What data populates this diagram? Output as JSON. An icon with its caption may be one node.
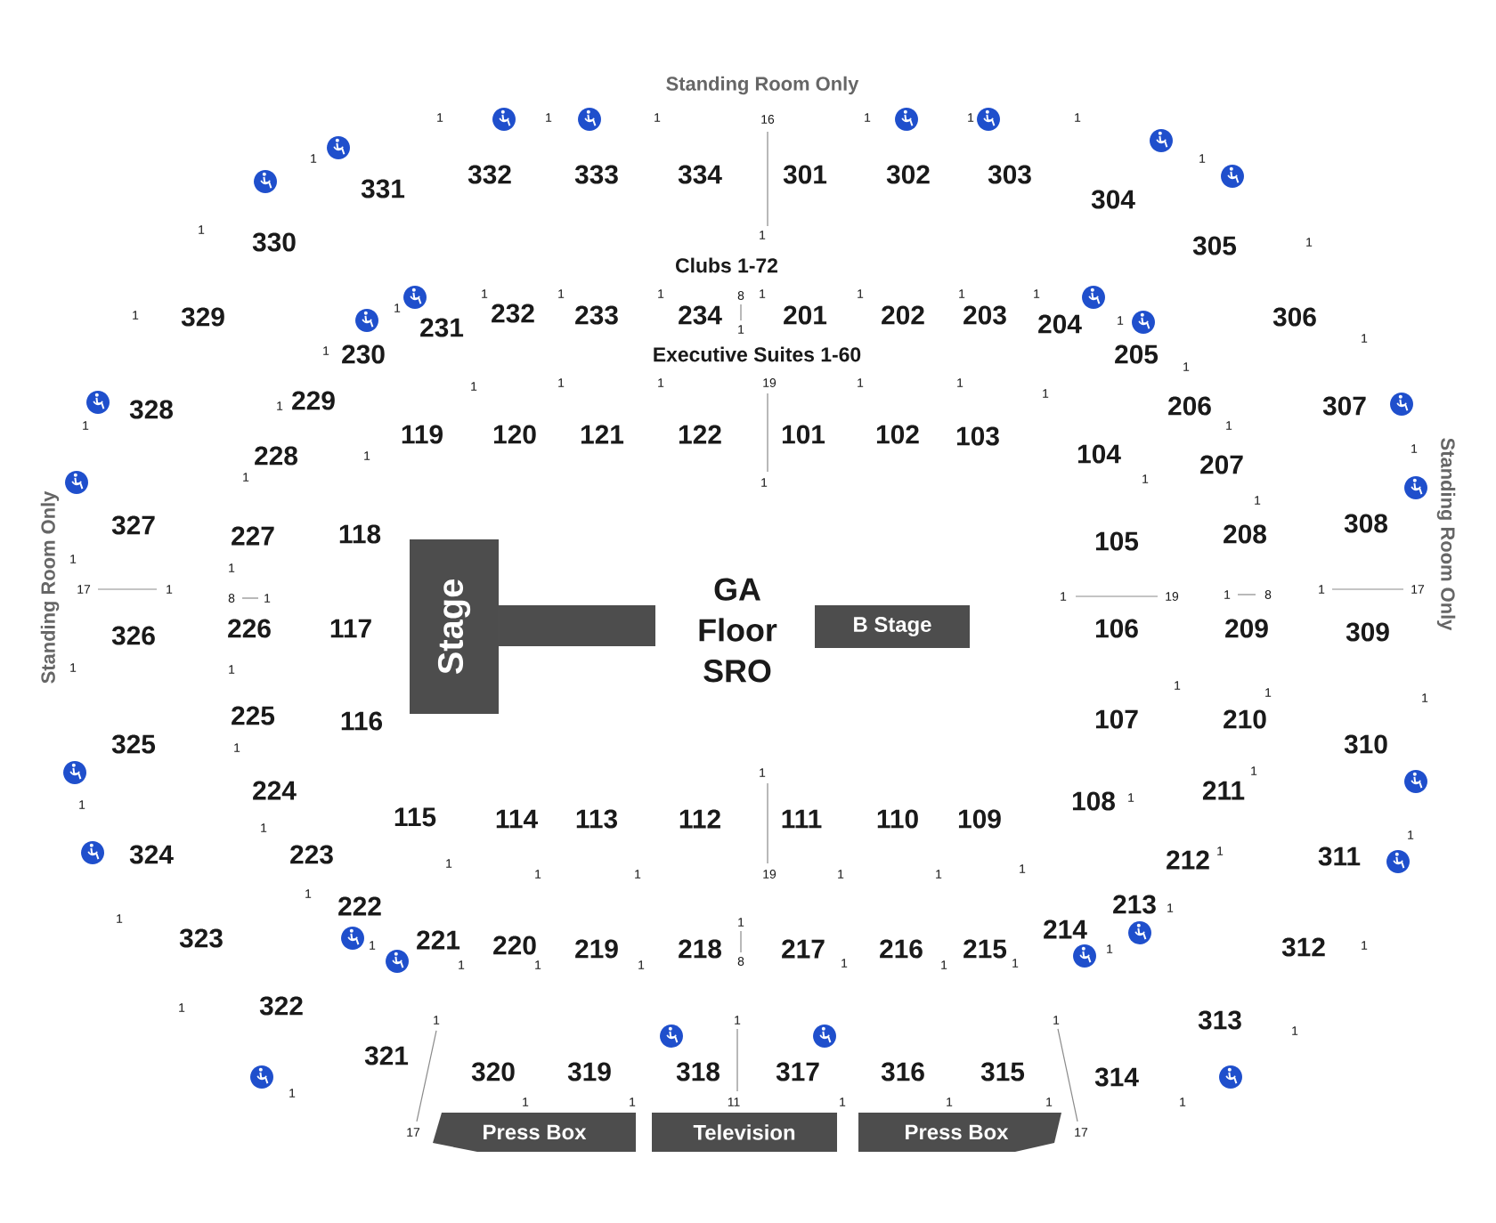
{
  "diagram": {
    "nodes": [
      {
        "text": [
          "Stage"
        ]
      },
      {
        "text": [
          "B Stage"
        ]
      },
      {
        "text": [
          "Press Box"
        ]
      },
      {
        "text": [
          "Television"
        ]
      },
      {
        "text": [
          "Press Box"
        ]
      }
    ],
    "labels": [
      "Standing Room Only",
      "Standing Room Only",
      "Standing Room Only",
      "Clubs 1-72",
      "Executive Suites 1-60",
      "GA Floor SRO",
      "331",
      "332",
      "333",
      "334",
      "301",
      "302",
      "303",
      "304",
      "330",
      "305",
      "329",
      "231",
      "232",
      "233",
      "234",
      "201",
      "202",
      "203",
      "204",
      "306",
      "230",
      "205",
      "328",
      "229",
      "206",
      "307",
      "119",
      "120",
      "121",
      "122",
      "101",
      "102",
      "103",
      "228",
      "104",
      "207",
      "327",
      "227",
      "118",
      "105",
      "208",
      "308",
      "326",
      "226",
      "117",
      "106",
      "209",
      "309",
      "325",
      "225",
      "116",
      "107",
      "210",
      "310",
      "224",
      "211",
      "108",
      "115",
      "114",
      "113",
      "112",
      "111",
      "110",
      "109",
      "324",
      "223",
      "212",
      "311",
      "222",
      "213",
      "323",
      "221",
      "220",
      "219",
      "218",
      "217",
      "216",
      "215",
      "214",
      "312",
      "322",
      "313",
      "321",
      "320",
      "319",
      "318",
      "317",
      "316",
      "315",
      "314",
      "1",
      "1",
      "1",
      "16",
      "1",
      "1",
      "1",
      "1",
      "1",
      "1",
      "1",
      "1",
      "1",
      "1",
      "1",
      "1",
      "1",
      "8",
      "1",
      "1",
      "1",
      "1",
      "1",
      "1",
      "1",
      "1",
      "1",
      "1",
      "1",
      "1",
      "19",
      "1",
      "1",
      "1",
      "1",
      "1",
      "1",
      "1",
      "1",
      "1",
      "1",
      "1",
      "1",
      "1",
      "1",
      "17",
      "1",
      "8",
      "1",
      "1",
      "19",
      "1",
      "8",
      "1",
      "17",
      "1",
      "1",
      "1",
      "1",
      "1",
      "1",
      "1",
      "1",
      "1",
      "1",
      "1",
      "1",
      "1",
      "1",
      "1",
      "1",
      "19",
      "1",
      "1",
      "1",
      "1",
      "1",
      "1",
      "1",
      "1",
      "1",
      "1",
      "8",
      "1",
      "1",
      "1",
      "1",
      "1",
      "1",
      "1",
      "1",
      "1",
      "1",
      "1",
      "1",
      "1",
      "1",
      "11",
      "1",
      "1",
      "1",
      "1",
      "17",
      "17"
    ]
  }
}
